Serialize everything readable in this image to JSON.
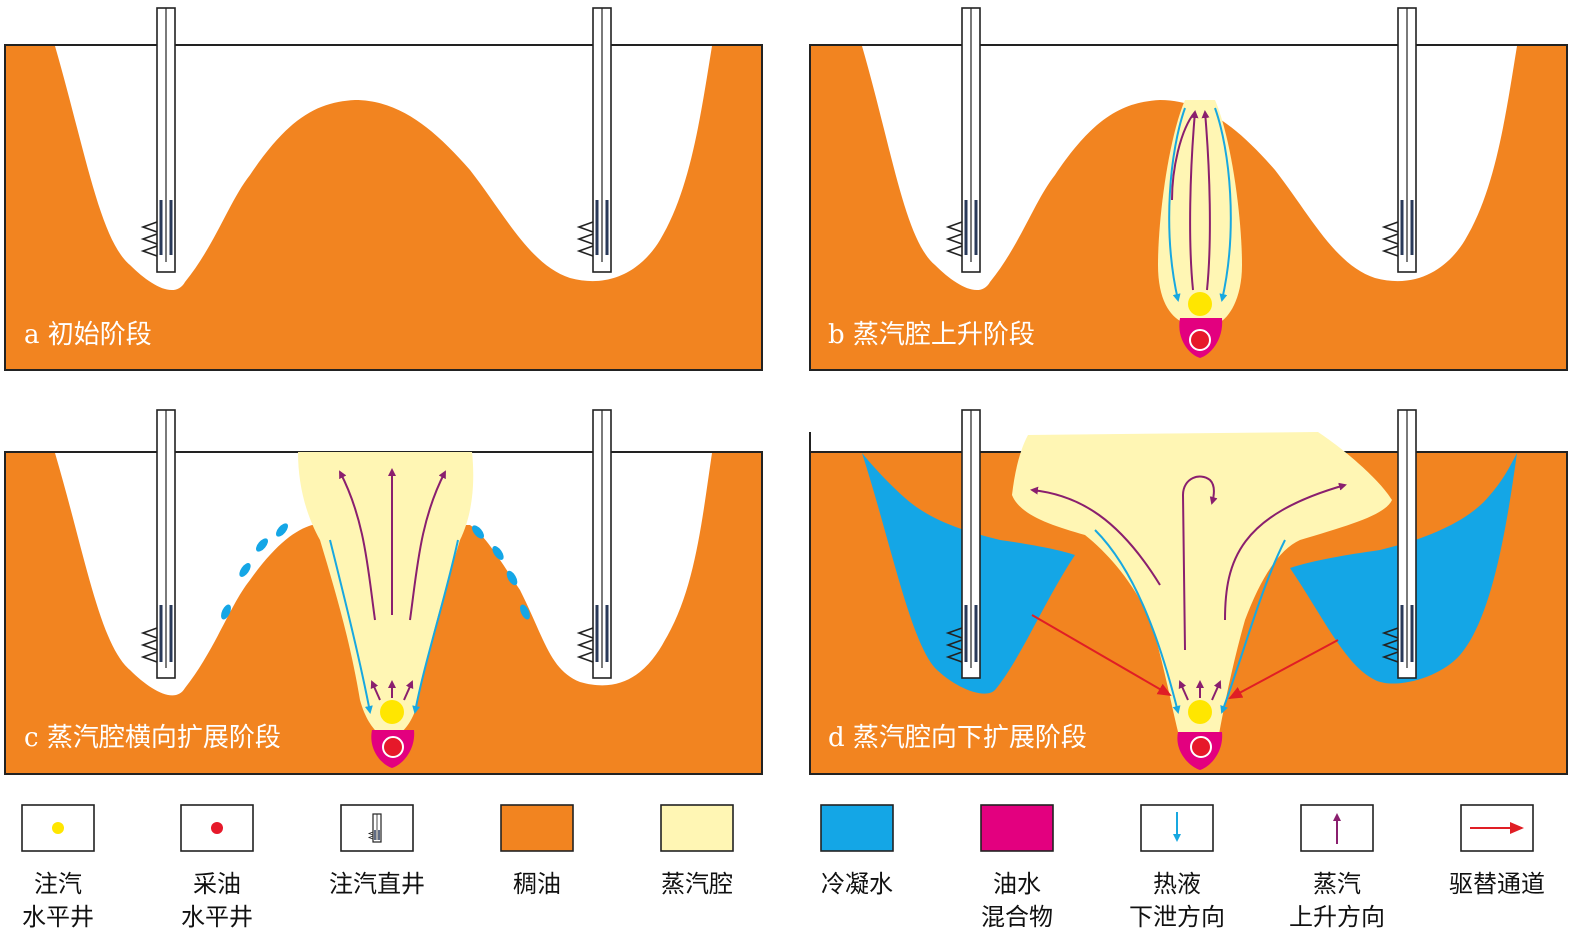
{
  "panels": [
    {
      "id": "a",
      "label": "a 初始阶段"
    },
    {
      "id": "b",
      "label": "b 蒸汽腔上升阶段"
    },
    {
      "id": "c",
      "label": "c 蒸汽腔横向扩展阶段"
    },
    {
      "id": "d",
      "label": "d 蒸汽腔向下扩展阶段"
    }
  ],
  "legend": [
    {
      "key": "injector",
      "line1": "注汽",
      "line2": "水平井"
    },
    {
      "key": "producer",
      "line1": "采油",
      "line2": "水平井"
    },
    {
      "key": "vertical",
      "line1": "注汽直井",
      "line2": ""
    },
    {
      "key": "heavy_oil",
      "line1": "稠油",
      "line2": ""
    },
    {
      "key": "steam_chamber",
      "line1": "蒸汽腔",
      "line2": ""
    },
    {
      "key": "condensate",
      "line1": "冷凝水",
      "line2": ""
    },
    {
      "key": "oil_water",
      "line1": "油水",
      "line2": "混合物"
    },
    {
      "key": "liquid_down",
      "line1": "热液",
      "line2": "下泄方向"
    },
    {
      "key": "steam_up",
      "line1": "蒸汽",
      "line2": "上升方向"
    },
    {
      "key": "drive",
      "line1": "驱替通道",
      "line2": ""
    }
  ],
  "colors": {
    "heavy_oil": "#f28420",
    "steam_chamber": "#fff6b4",
    "condensate": "#14a6e6",
    "oil_water": "#e3007f",
    "injector": "#ffe600",
    "producer": "#e6192a",
    "liquid_arrow": "#18a8e0",
    "steam_arrow": "#8a1f6e",
    "drive_arrow": "#e01e25"
  }
}
